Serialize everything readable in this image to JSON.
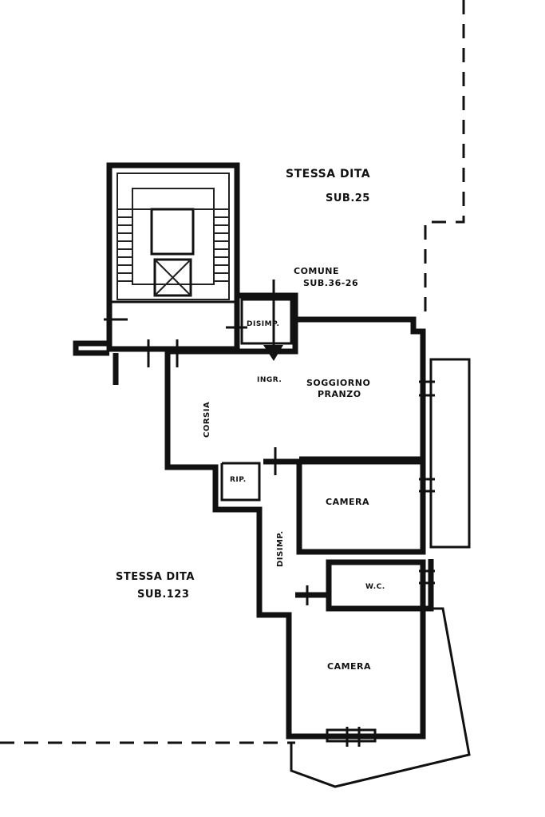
{
  "labels": {
    "neighbor_top_line1": "STESSA DITA",
    "neighbor_top_line2": "SUB.25",
    "common_line1": "COMUNE",
    "common_line2": "SUB.36-26",
    "entrance": "INGR.",
    "living_line1": "SOGGIORNO",
    "living_line2": "PRANZO",
    "corridor_left": "CORSIA",
    "disimpegno_top": "DISIMP.",
    "wc_small": "RIP.",
    "room_middle": "CAMERA",
    "corridor_center": "DISIMP.",
    "neighbor_bottom_line1": "STESSA DITA",
    "neighbor_bottom_line2": "SUB.123",
    "bath": "W.C.",
    "room_bottom": "CAMERA"
  }
}
